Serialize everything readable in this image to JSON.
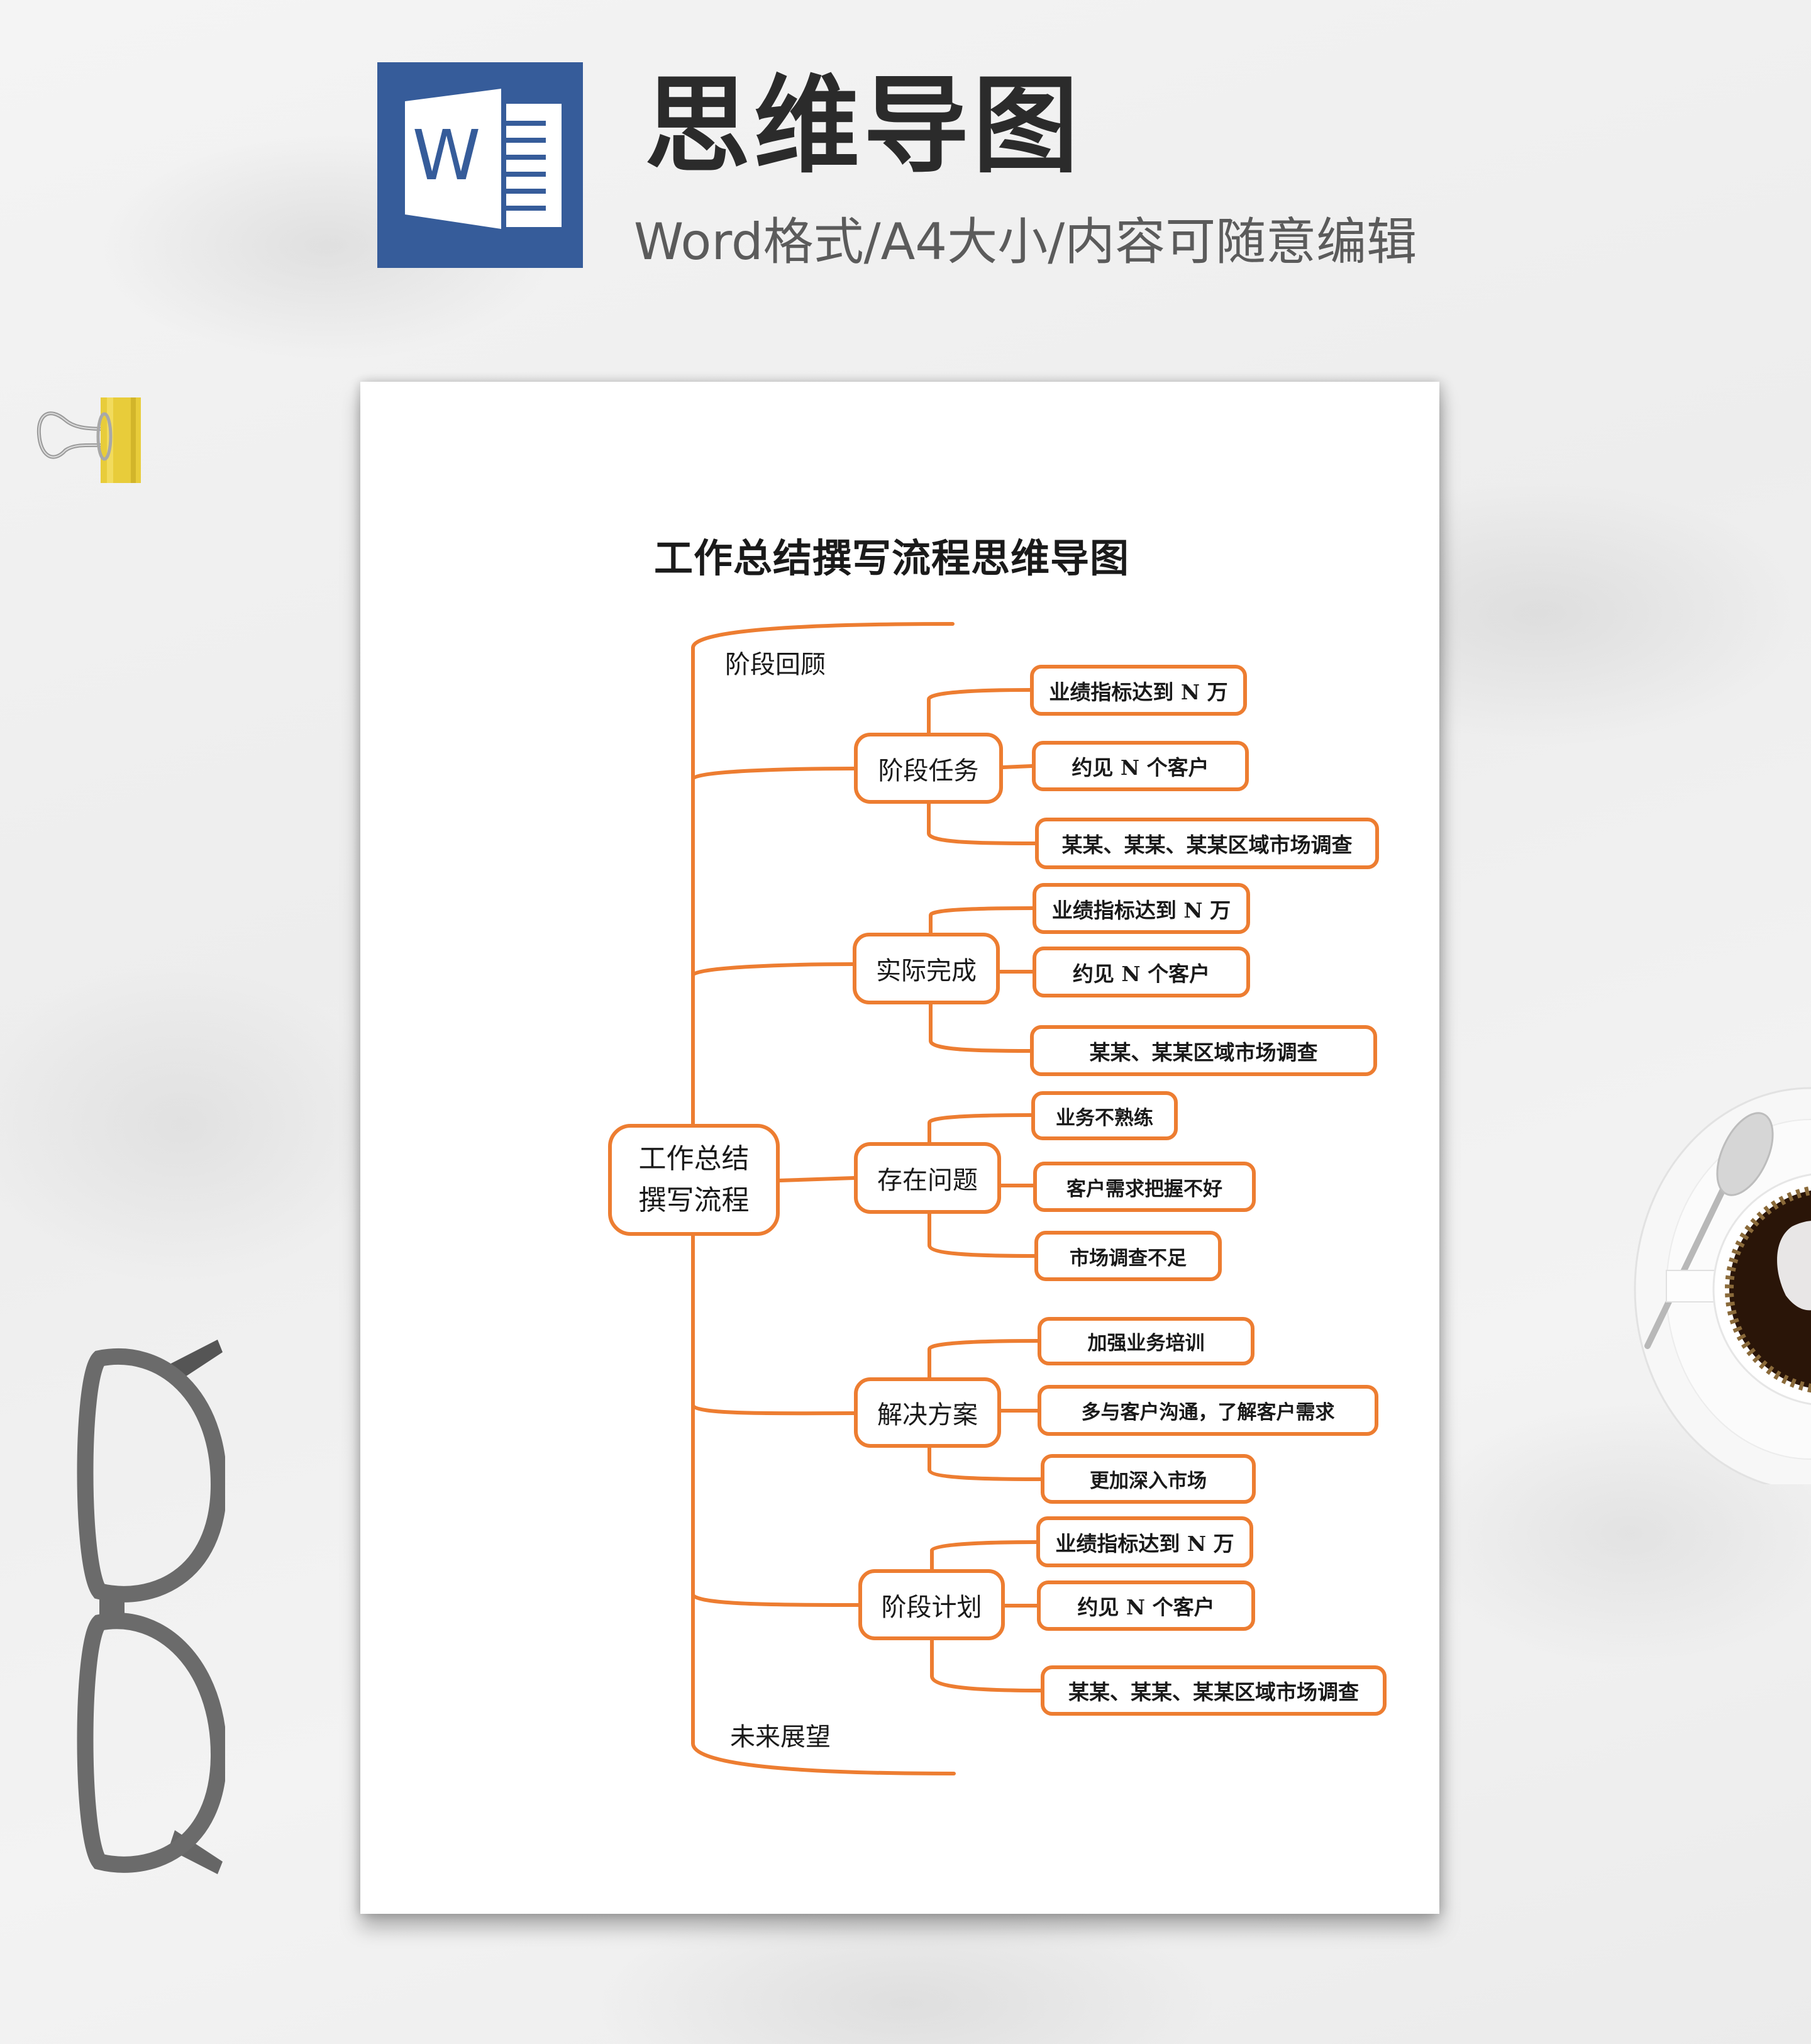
{
  "header": {
    "app_icon": "word-document-icon",
    "app_icon_letter": "W",
    "title": "思维导图",
    "subtitle": "Word格式/A4大小/内容可随意编辑",
    "colors": {
      "word_blue": "#365c9a",
      "title": "#2b2b2b",
      "subtitle": "#5b5b5b"
    }
  },
  "document": {
    "title": "工作总结撰写流程思维导图",
    "line_color": "#ed7d31",
    "mindmap": {
      "root": {
        "label_line1": "工作总结",
        "label_line2": "撰写流程"
      },
      "start_label": "阶段回顾",
      "end_label": "未来展望",
      "branches": [
        {
          "label": "阶段任务",
          "children": [
            "业绩指标达到 N 万",
            "约见 N 个客户",
            "某某、某某、某某区域市场调查"
          ]
        },
        {
          "label": "实际完成",
          "children": [
            "业绩指标达到 N 万",
            "约见 N 个客户",
            "某某、某某区域市场调查"
          ]
        },
        {
          "label": "存在问题",
          "children": [
            "业务不熟练",
            "客户需求把握不好",
            "市场调查不足"
          ]
        },
        {
          "label": "解决方案",
          "children": [
            "加强业务培训",
            "多与客户沟通，了解客户需求",
            "更加深入市场"
          ]
        },
        {
          "label": "阶段计划",
          "children": [
            "业绩指标达到 N 万",
            "约见 N 个客户",
            "某某、某某、某某区域市场调查"
          ]
        }
      ]
    }
  },
  "decorations": {
    "items": [
      "yellow-binder-clip",
      "gray-eyeglasses",
      "coffee-cup-with-spoon"
    ]
  }
}
